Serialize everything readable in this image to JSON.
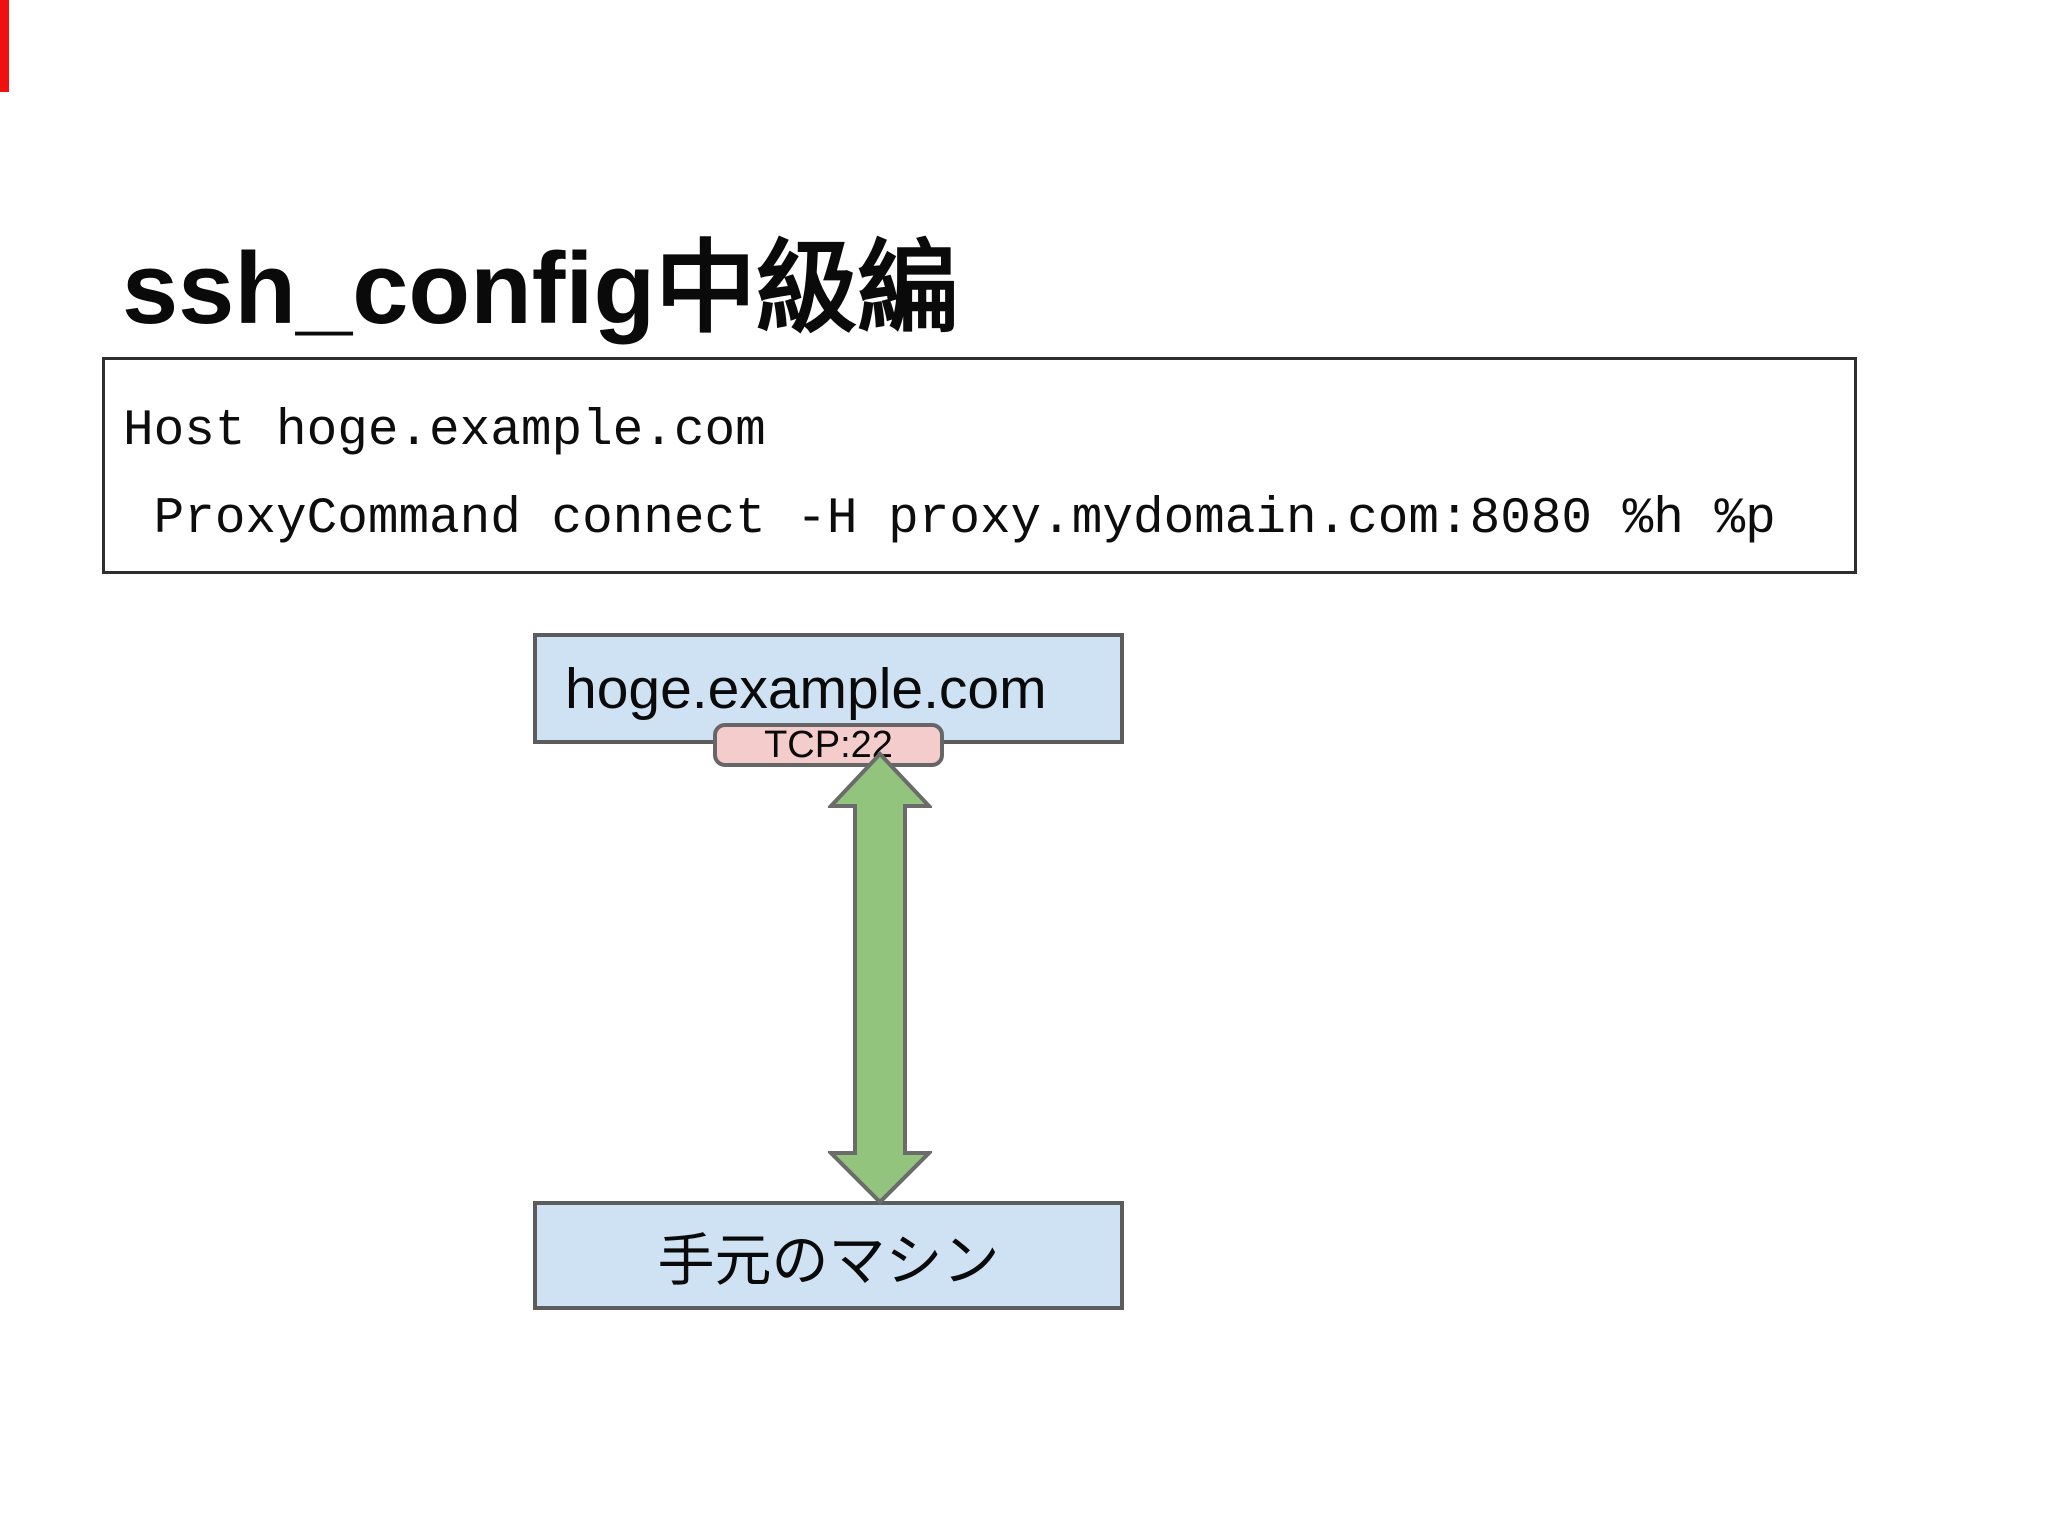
{
  "slide": {
    "title": "ssh_config中級編"
  },
  "code_box": {
    "lines": {
      "line1": "Host hoge.example.com",
      "line2": " ProxyCommand connect -H proxy.mydomain.com:8080 %h %p"
    }
  },
  "diagram": {
    "remote_host": {
      "label": "hoge.example.com"
    },
    "port_badge": {
      "label": "TCP:22"
    },
    "local_machine": {
      "label": "手元のマシン"
    },
    "connection": {
      "type": "double-headed-vertical-arrow"
    }
  },
  "colors": {
    "node_fill": "#cfe2f3",
    "node_border": "#5c5c5c",
    "port_fill": "#f4cccc",
    "port_border": "#666666",
    "arrow_fill": "#93c47d",
    "arrow_border": "#6b6b6b",
    "code_border": "#2e2e2e",
    "edge_strip": "#ef1010"
  }
}
